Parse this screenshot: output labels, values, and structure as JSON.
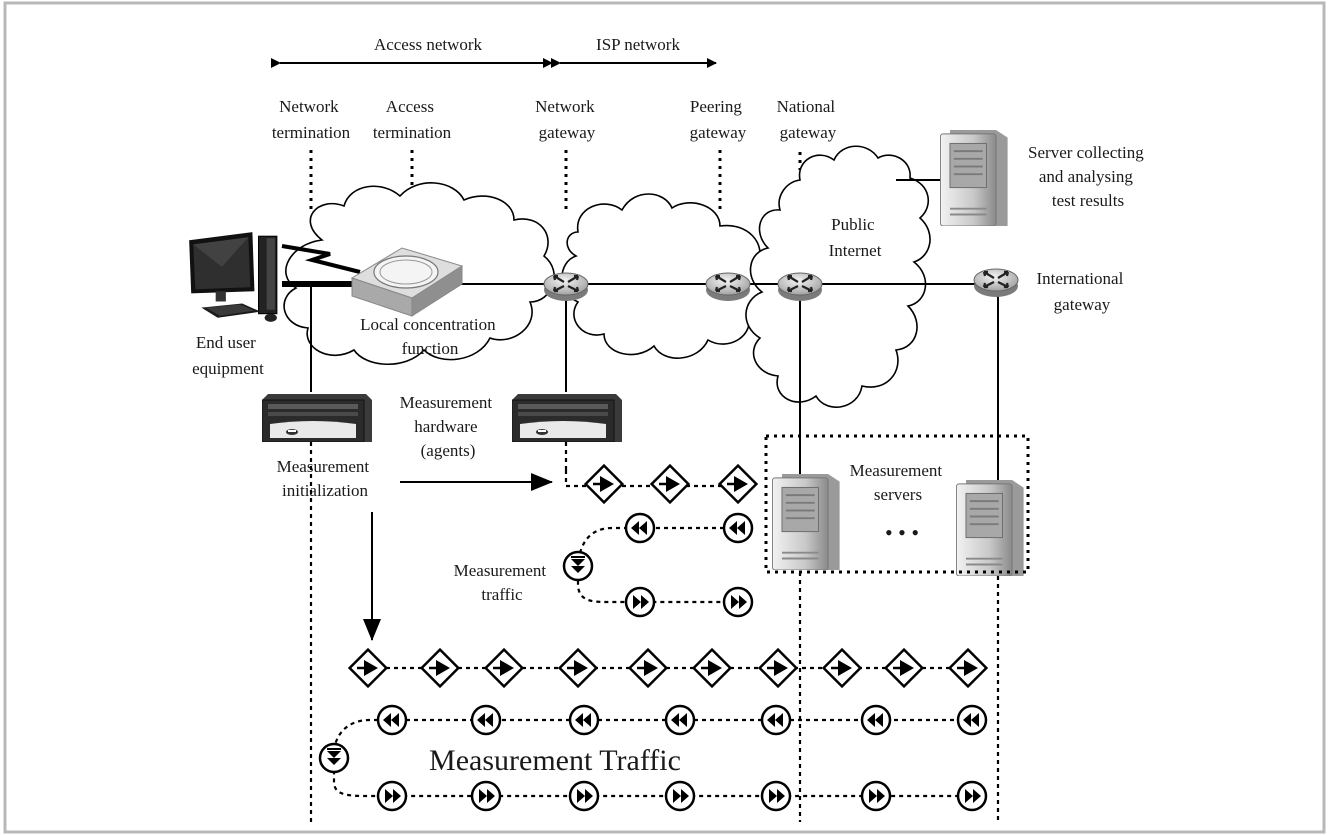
{
  "labels": {
    "access_network": "Access network",
    "isp_network": "ISP network",
    "network_termination": [
      "Network",
      "termination"
    ],
    "access_termination": [
      "Access",
      "termination"
    ],
    "network_gateway": [
      "Network",
      "gateway"
    ],
    "peering_gateway": [
      "Peering",
      "gateway"
    ],
    "national_gateway": [
      "National",
      "gateway"
    ],
    "server_collecting": [
      "Server collecting",
      "and analysing",
      "test results"
    ],
    "public_internet": [
      "Public",
      "Internet"
    ],
    "international_gateway": [
      "International",
      "gateway"
    ],
    "end_user_equipment": [
      "End user",
      "equipment"
    ],
    "local_concentration": [
      "Local concentration",
      "function"
    ],
    "measurement_hardware": [
      "Measurement",
      "hardware",
      "(agents)"
    ],
    "measurement_initialization": [
      "Measurement",
      "initialization"
    ],
    "measurement_servers": [
      "Measurement",
      "servers"
    ],
    "measurement_traffic_small": [
      "Measurement",
      "traffic"
    ],
    "measurement_traffic_big": "Measurement Traffic",
    "ellipsis": "• • •"
  },
  "icons": {
    "router": "router-icon",
    "server": "server-tower-icon",
    "desktop": "desktop-computer-icon",
    "agent": "measurement-agent-box-icon",
    "concentrator": "concentrator-box-icon",
    "forward_packet": "diamond-arrow-icon",
    "return_packet": "double-left-chevron-icon",
    "turn_packet": "double-down-chevron-icon",
    "return_forward_packet": "double-right-chevron-icon"
  },
  "colors": {
    "frame": "#b8b8b8",
    "line": "#000000",
    "device_light": "#d9d9d9",
    "device_dark": "#2a2a2a"
  }
}
